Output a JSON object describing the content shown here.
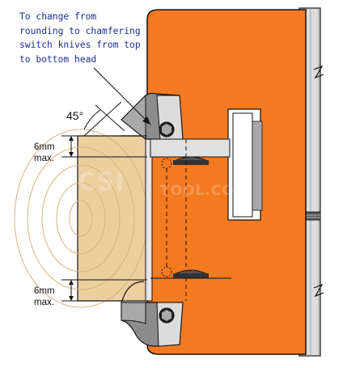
{
  "note": {
    "lines": [
      "To change from",
      "rounding to chamfering",
      "switch knives from top",
      "to bottom head"
    ]
  },
  "angle_label": "45°",
  "top_dimension": {
    "value": "6mm",
    "suffix": "max."
  },
  "bottom_dimension": {
    "value": "6mm",
    "suffix": "max."
  },
  "watermark": {
    "logo": "CSI",
    "site": "TOOL.COM"
  },
  "colors": {
    "cutter_body": "#f47a22",
    "steel_light": "#dcdcdc",
    "steel_dark": "#8c8c8c",
    "wood": "#eccf9f",
    "wood_ring": "#d9b47a",
    "outline": "#111111",
    "note_text": "#1a2f8f"
  }
}
